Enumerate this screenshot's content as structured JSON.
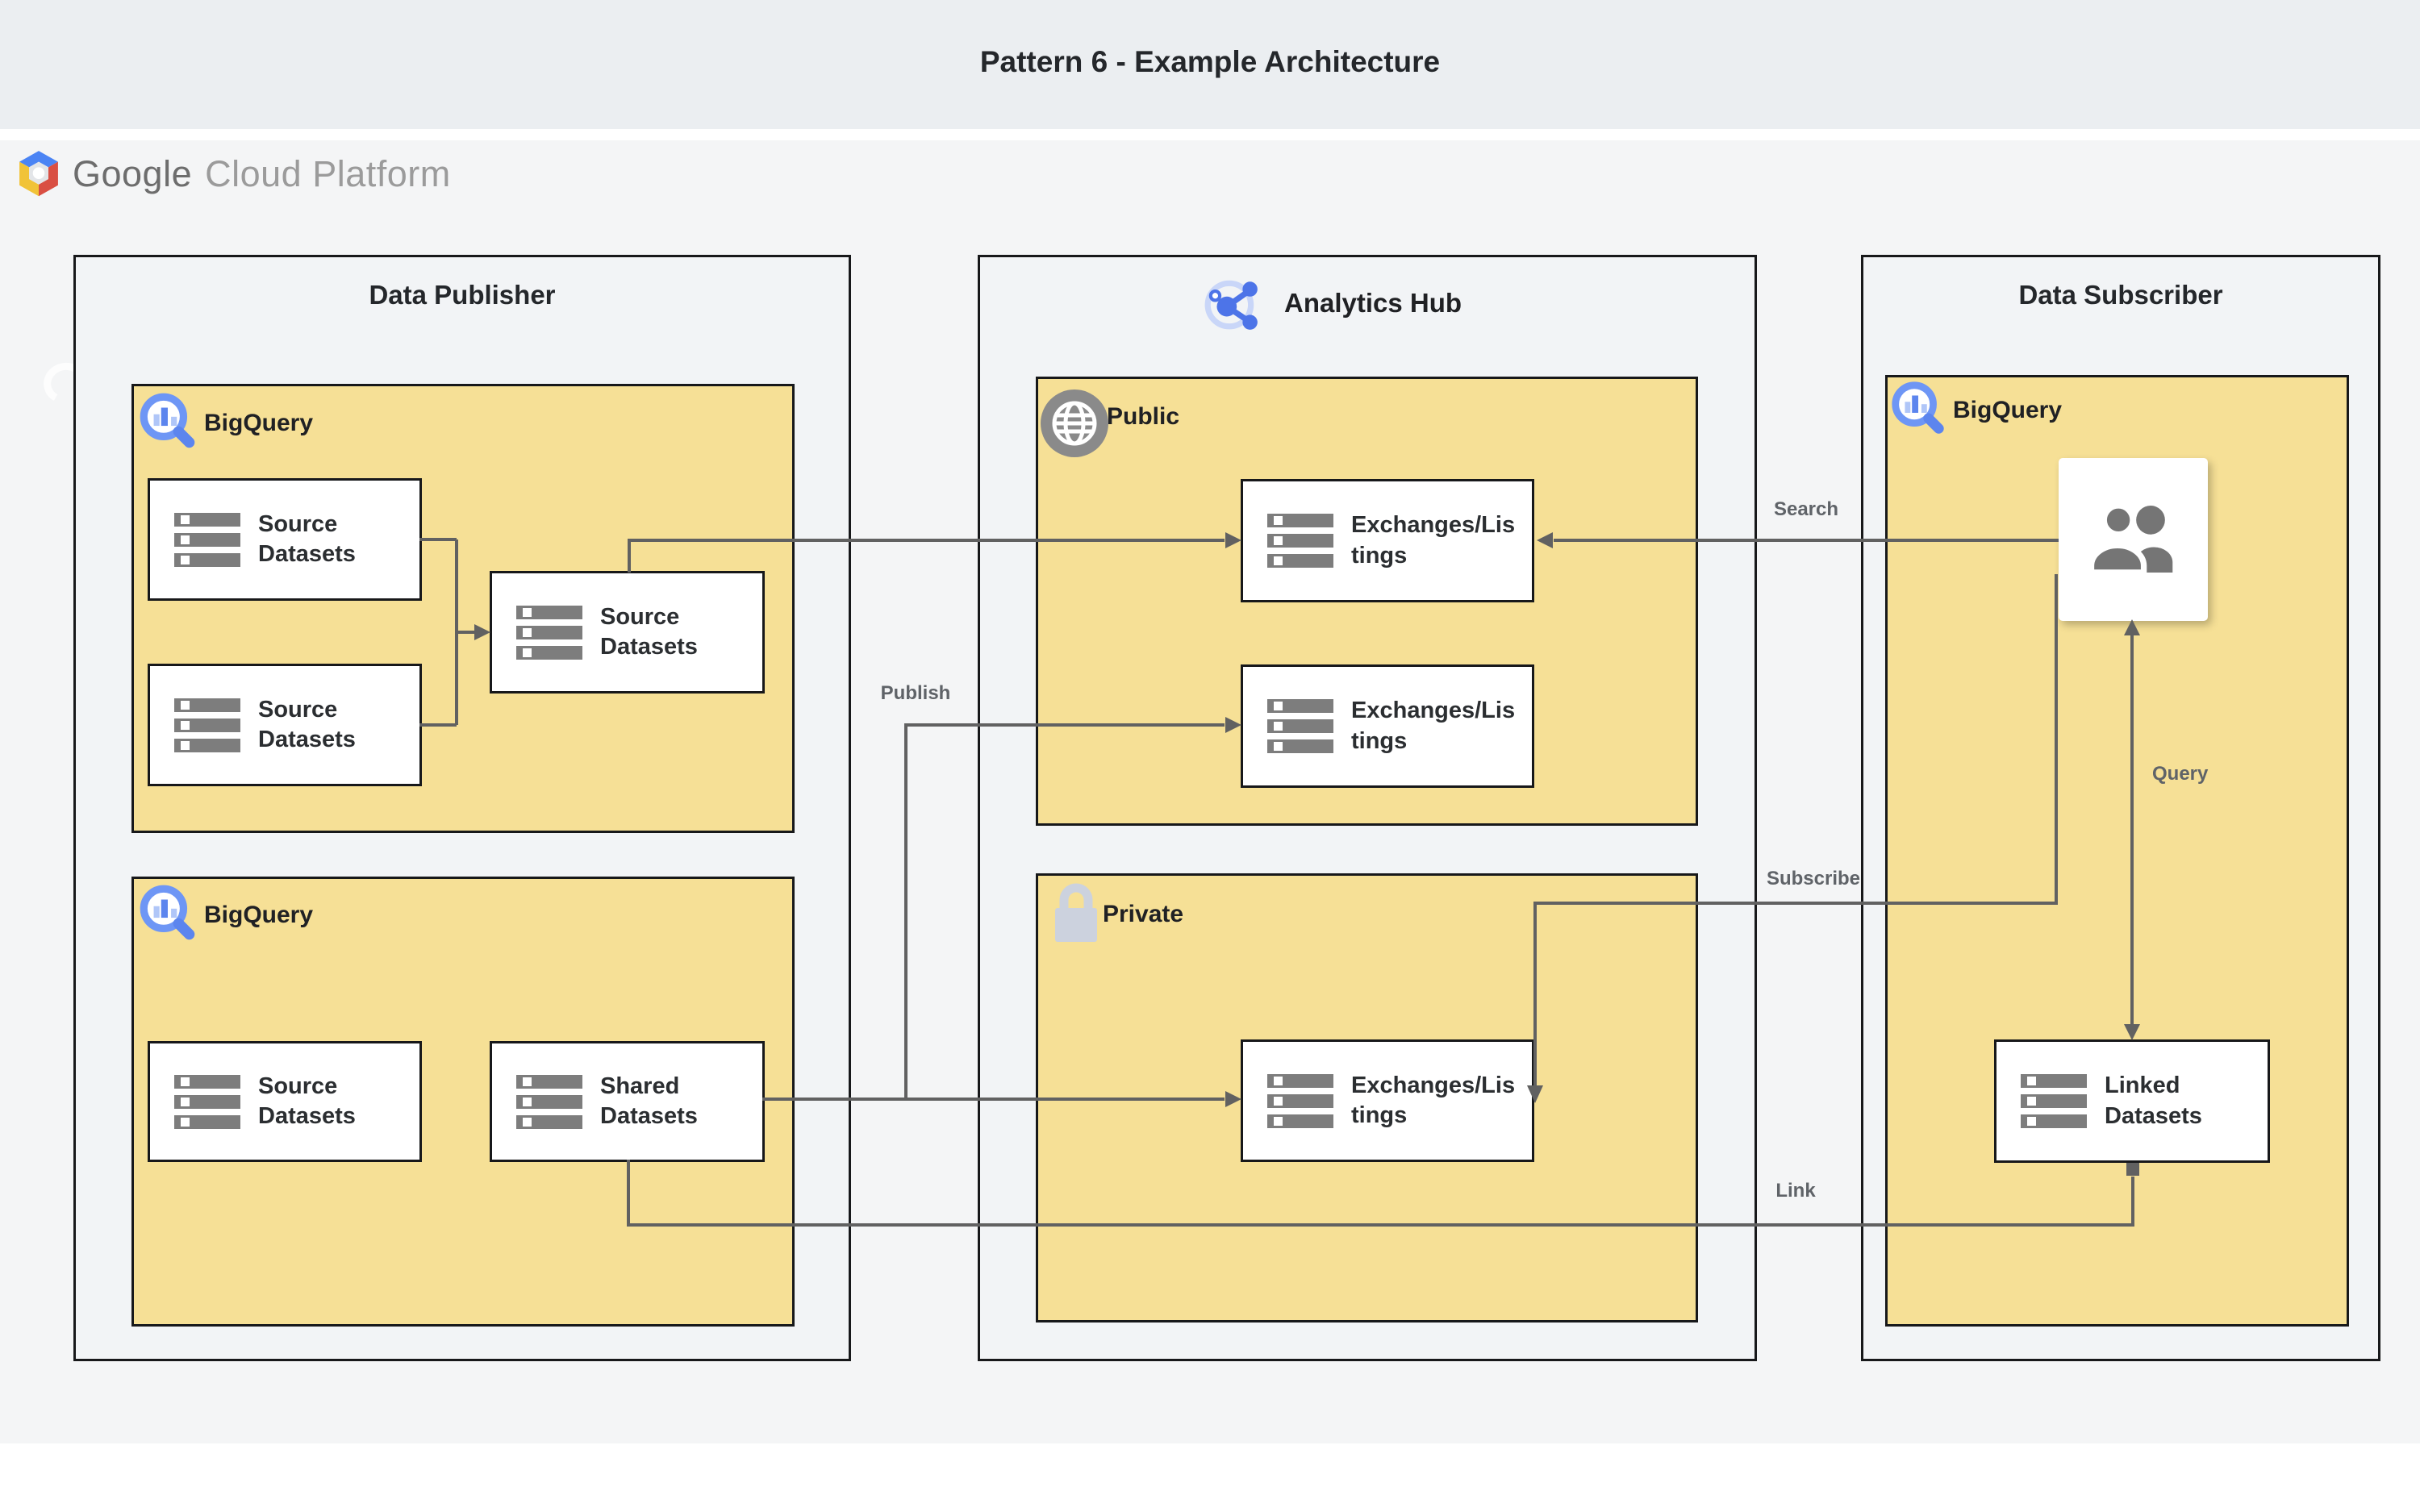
{
  "header": {
    "title": "Pattern 6 - Example Architecture"
  },
  "brand": {
    "primary": "Google",
    "secondary": "Cloud Platform"
  },
  "publisher": {
    "title": "Data Publisher",
    "top": {
      "service": "BigQuery",
      "source_a": "Source\nDatasets",
      "source_b": "Source\nDatasets",
      "source_merged": "Source\nDatasets"
    },
    "bottom": {
      "service": "BigQuery",
      "source": "Source\nDatasets",
      "shared": "Shared\nDatasets"
    }
  },
  "hub": {
    "title": "Analytics Hub",
    "public": {
      "label": "Public",
      "exchange_a": "Exchanges/Lis\ntings",
      "exchange_b": "Exchanges/Lis\ntings"
    },
    "private": {
      "label": "Private",
      "exchange": "Exchanges/Lis\ntings"
    }
  },
  "subscriber": {
    "title": "Data Subscriber",
    "service": "BigQuery",
    "linked": "Linked\nDatasets"
  },
  "edges": {
    "publish": "Publish",
    "search": "Search",
    "subscribe": "Subscribe",
    "query": "Query",
    "link": "Link"
  },
  "colors": {
    "zone_yellow": "#f6e096",
    "connector_gray": "#616161",
    "accent_blue": "#5c85ee",
    "border_black": "#17181a"
  }
}
